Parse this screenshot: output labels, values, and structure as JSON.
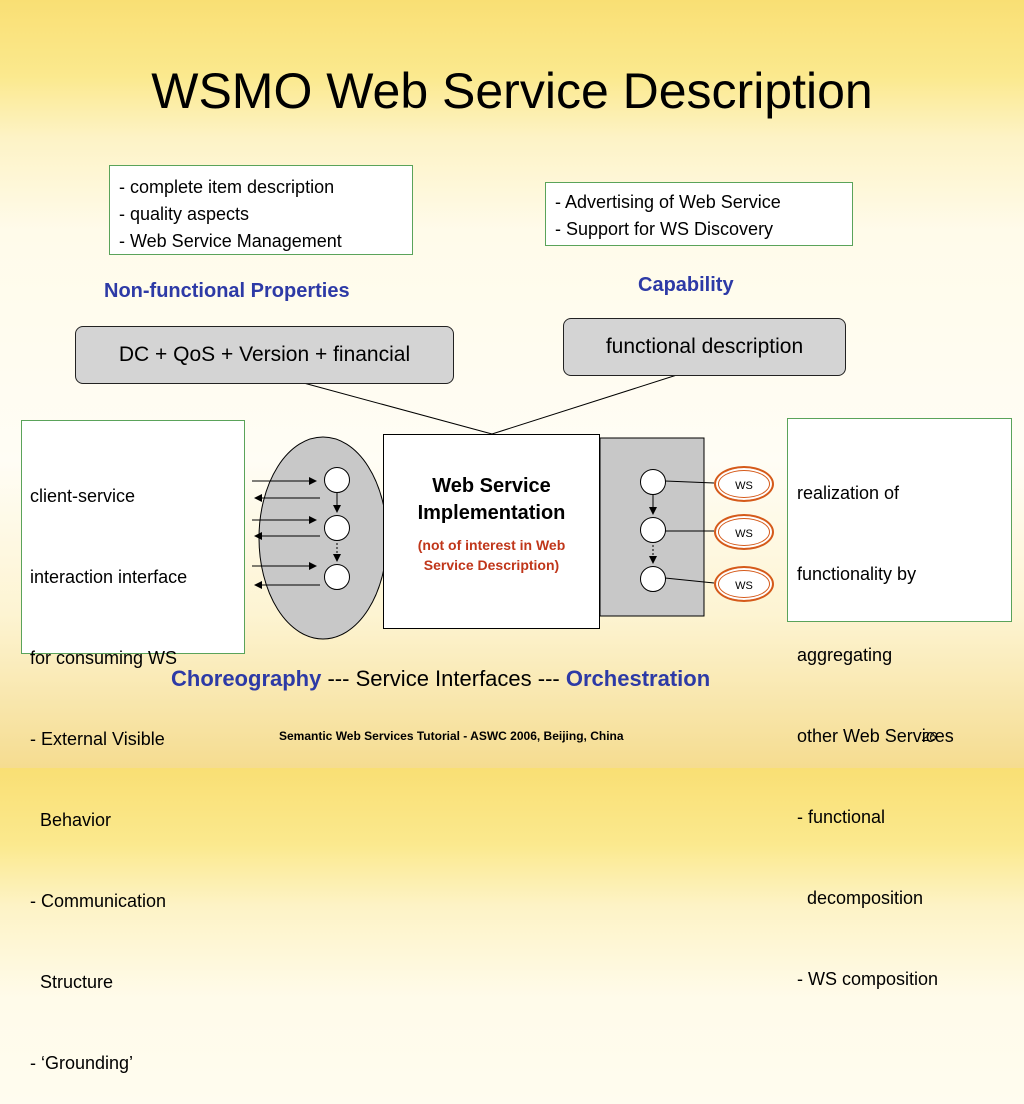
{
  "slide": {
    "title": "WSMO Web Service Description",
    "page_number": "26",
    "footer": "Semantic Web Services Tutorial - ASWC 2006, Beijing, China"
  },
  "nfp": {
    "box_lines": [
      "- complete item description",
      "- quality aspects",
      "- Web Service Management"
    ],
    "heading": "Non-functional Properties",
    "element": "DC + QoS + Version + financial"
  },
  "capability": {
    "box_lines": [
      "- Advertising of Web Service",
      "- Support for WS Discovery"
    ],
    "heading": "Capability",
    "element": "functional description"
  },
  "choreography": {
    "box_lines": [
      "client-service",
      "interaction interface",
      "for consuming WS",
      "- External Visible",
      "  Behavior",
      "- Communication",
      "  Structure",
      "- ‘Grounding’"
    ],
    "label": "Choreography"
  },
  "orchestration": {
    "box_lines": [
      "realization of",
      "functionality by",
      "aggregating",
      "other Web Services",
      "- functional",
      "  decomposition",
      "- WS composition"
    ],
    "label": "Orchestration",
    "ws_labels": [
      "WS",
      "WS",
      "WS"
    ]
  },
  "implementation": {
    "title": "Web Service Implementation",
    "note": "(not of interest in Web Service Description)"
  },
  "interfaces": {
    "middle_text": "--- Service Interfaces ---"
  },
  "colors": {
    "heading_blue": "#2d3aa6",
    "note_red": "#c0361a",
    "box_border_green": "#5aa35a",
    "element_gray": "#d4d4d4",
    "ws_orange": "#d55a1a"
  }
}
